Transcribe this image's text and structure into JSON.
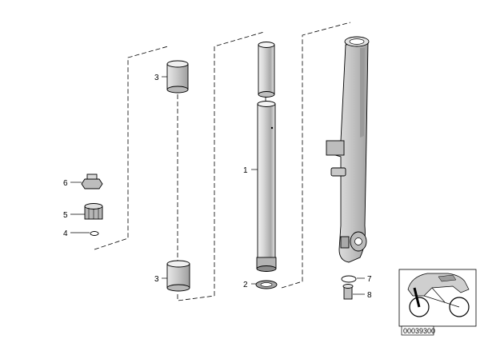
{
  "callouts": {
    "c1": "1",
    "c2": "2",
    "c3_top": "3",
    "c3_bottom": "3",
    "c4": "4",
    "c5": "5",
    "c6": "6",
    "c7": "7",
    "c8": "8"
  },
  "reference_code": "00039300",
  "colors": {
    "line": "#000000",
    "tube_fill": "#d0d0d0",
    "bushing_fill": "#cfcfcf",
    "shading": "#9a9a9a",
    "background": "#ffffff"
  }
}
